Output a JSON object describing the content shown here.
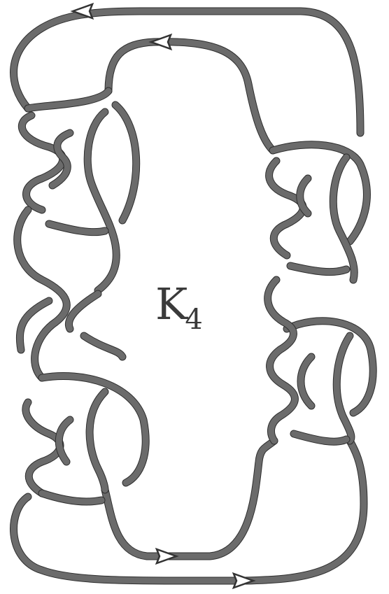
{
  "figure": {
    "label_main": "K",
    "label_sub": "4",
    "arrow_count": 4,
    "colors": {
      "strand": "#6b6b6b",
      "strand_outline": "#2e2e2e",
      "background": "#ffffff"
    }
  }
}
